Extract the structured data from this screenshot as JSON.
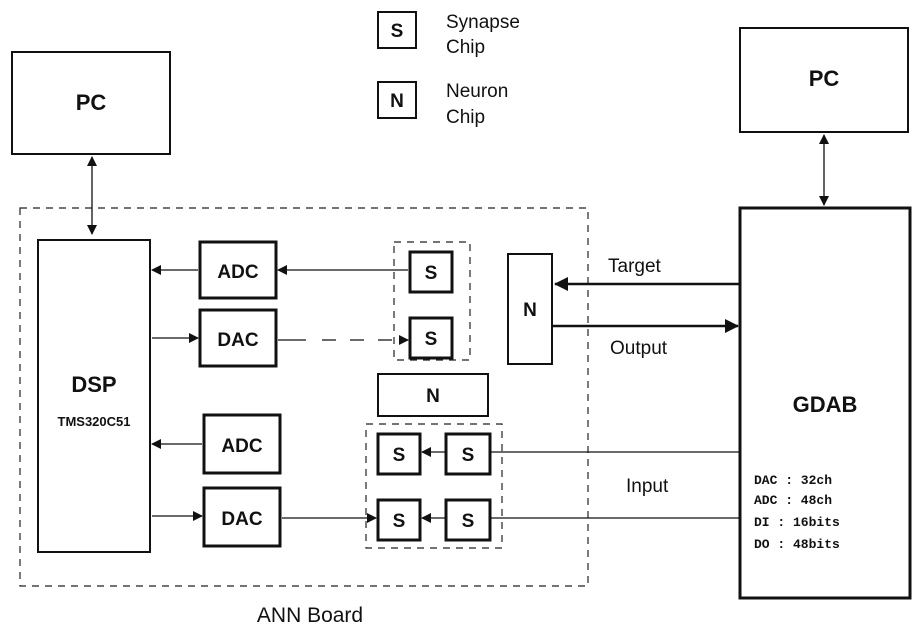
{
  "legend": {
    "synapse_symbol": "S",
    "synapse_line1": "Synapse",
    "synapse_line2": "Chip",
    "neuron_symbol": "N",
    "neuron_line1": "Neuron",
    "neuron_line2": "Chip"
  },
  "pc_left": "PC",
  "pc_right": "PC",
  "dsp": {
    "label": "DSP",
    "model": "TMS320C51"
  },
  "adc_label": "ADC",
  "dac_label": "DAC",
  "synapse_label": "S",
  "neuron_label": "N",
  "signals": {
    "target": "Target",
    "output": "Output",
    "input": "Input"
  },
  "gdab": {
    "title": "GDAB",
    "specs": [
      "DAC : 32ch",
      "ADC : 48ch",
      "DI : 16bits",
      "DO : 48bits"
    ]
  },
  "board_label": "ANN Board",
  "colors": {
    "ink": "#111111",
    "background": "#ffffff"
  }
}
